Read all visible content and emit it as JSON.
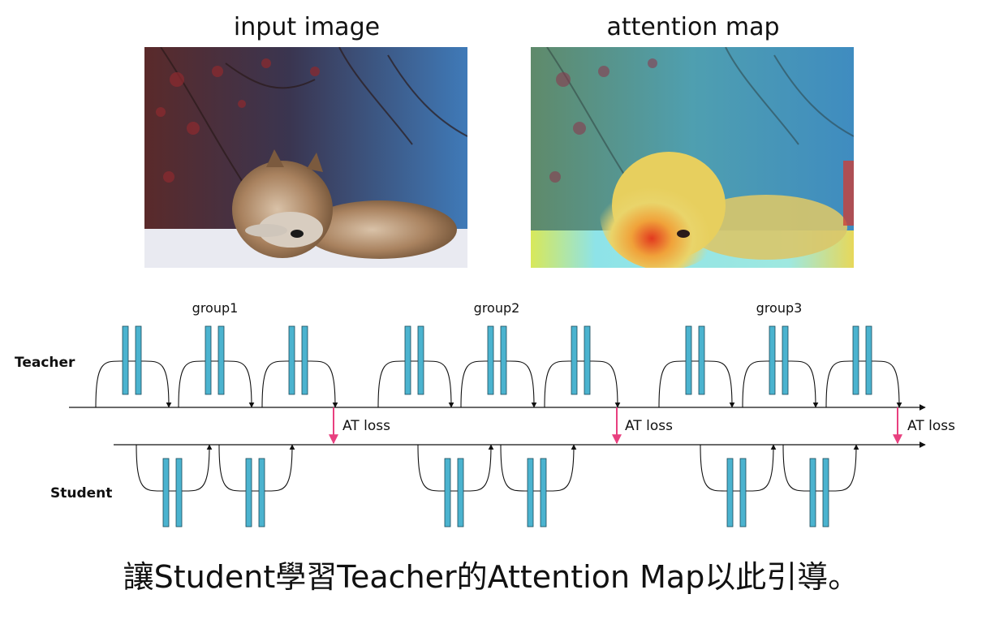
{
  "panels": {
    "input_title": "input image",
    "attention_title": "attention map"
  },
  "diagram": {
    "teacher_label": "Teacher",
    "student_label": "Student",
    "groups": [
      "group1",
      "group2",
      "group3"
    ],
    "loss_label": "AT loss",
    "colors": {
      "block": "#4bb3cf",
      "loss_arrow": "#e8407f",
      "line": "#111111"
    }
  },
  "caption": "讓Student學習Teacher的Attention Map以此引導。"
}
